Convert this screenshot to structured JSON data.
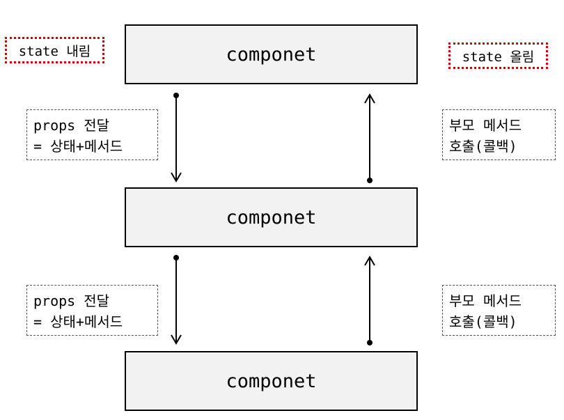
{
  "components": [
    {
      "label": "componet"
    },
    {
      "label": "componet"
    },
    {
      "label": "componet"
    }
  ],
  "tags": {
    "down": "state 내림",
    "up": "state 올림"
  },
  "notes": {
    "props": [
      "props 전달",
      "= 상태+메서드"
    ],
    "callback": [
      "부모 메서드",
      "호출(콜백)"
    ]
  },
  "colors": {
    "box_fill": "#f2f2f2",
    "tag_border": "#d00000"
  }
}
